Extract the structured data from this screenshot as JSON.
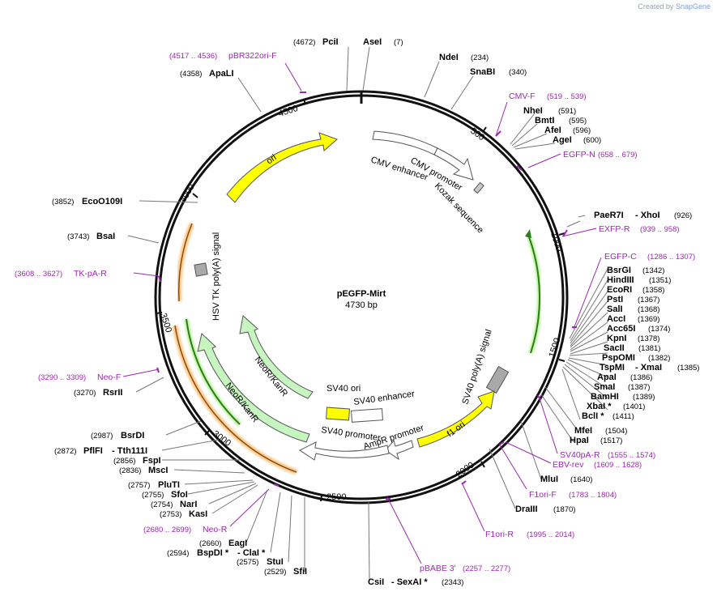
{
  "credit": {
    "prefix": "Created by",
    "brand": "SnapGene"
  },
  "plasmid": {
    "name": "pEGFP-Mirt",
    "size": "4730 bp"
  },
  "ticks": [
    "500",
    "1000",
    "1500",
    "2000",
    "2500",
    "3000",
    "3500",
    "4000",
    "4500"
  ],
  "features": {
    "cmv_enhancer": "CMV enhancer",
    "cmv_promoter": "CMV promoter",
    "kozak": "Kozak sequence",
    "ori": "ori",
    "hsv": "HSV TK poly(A) signal",
    "neokan1": "NeoR/KanR",
    "neokan2": "NeoR/KanR",
    "sv40ori": "SV40 ori",
    "sv40enh": "SV40 enhancer",
    "sv40prom": "SV40 promoter",
    "ampr": "AmpR promoter",
    "f1ori": "f1 ori",
    "sv40polya": "SV40 poly(A) signal"
  },
  "sites": [
    {
      "name": "PciI",
      "pos": "(4672)"
    },
    {
      "name": "AseI",
      "pos": "(7)"
    },
    {
      "name": "NdeI",
      "pos": "(234)"
    },
    {
      "name": "SnaBI",
      "pos": "(340)"
    },
    {
      "name": "ApaLI",
      "pos": "(4358)"
    },
    {
      "name": "NheI",
      "pos": "(591)"
    },
    {
      "name": "BmtI",
      "pos": "(595)"
    },
    {
      "name": "AfeI",
      "pos": "(596)"
    },
    {
      "name": "AgeI",
      "pos": "(600)"
    },
    {
      "name": "PaeR7I",
      "pos": ""
    },
    {
      "name": "- XhoI",
      "pos": "(926)"
    },
    {
      "name": "EcoO109I",
      "pos": "(3852)"
    },
    {
      "name": "BsaI",
      "pos": "(3743)"
    },
    {
      "name": "BsrGI",
      "pos": "(1342)"
    },
    {
      "name": "HindIII",
      "pos": "(1351)"
    },
    {
      "name": "EcoRI",
      "pos": "(1358)"
    },
    {
      "name": "PstI",
      "pos": "(1367)"
    },
    {
      "name": "SalI",
      "pos": "(1368)"
    },
    {
      "name": "AccI",
      "pos": "(1369)"
    },
    {
      "name": "Acc65I",
      "pos": "(1374)"
    },
    {
      "name": "KpnI",
      "pos": "(1378)"
    },
    {
      "name": "SacII",
      "pos": "(1381)"
    },
    {
      "name": "PspOMI",
      "pos": "(1382)"
    },
    {
      "name": "TspMI",
      "pos": ""
    },
    {
      "name": "- XmaI",
      "pos": "(1385)"
    },
    {
      "name": "ApaI",
      "pos": "(1386)"
    },
    {
      "name": "SmaI",
      "pos": "(1387)"
    },
    {
      "name": "BamHI",
      "pos": "(1389)"
    },
    {
      "name": "XbaI *",
      "pos": "(1401)"
    },
    {
      "name": "BclI *",
      "pos": "(1411)"
    },
    {
      "name": "MfeI",
      "pos": "(1504)"
    },
    {
      "name": "HpaI",
      "pos": "(1517)"
    },
    {
      "name": "MluI",
      "pos": "(1640)"
    },
    {
      "name": "DraIII",
      "pos": "(1870)"
    },
    {
      "name": "RsrII",
      "pos": "(3270)"
    },
    {
      "name": "BsrDI",
      "pos": "(2987)"
    },
    {
      "name": "PflFI",
      "pos": "(2872)"
    },
    {
      "name": "- Tth111I",
      "pos": ""
    },
    {
      "name": "FspI",
      "pos": "(2856)"
    },
    {
      "name": "MscI",
      "pos": "(2836)"
    },
    {
      "name": "PluTI",
      "pos": "(2757)"
    },
    {
      "name": "SfoI",
      "pos": "(2755)"
    },
    {
      "name": "NarI",
      "pos": "(2754)"
    },
    {
      "name": "KasI",
      "pos": "(2753)"
    },
    {
      "name": "EagI",
      "pos": "(2660)"
    },
    {
      "name": "BspDI *",
      "pos": "(2594)"
    },
    {
      "name": "- ClaI *",
      "pos": ""
    },
    {
      "name": "StuI",
      "pos": "(2575)"
    },
    {
      "name": "SfiI",
      "pos": "(2529)"
    },
    {
      "name": "CsiI",
      "pos": ""
    },
    {
      "name": "- SexAI *",
      "pos": "(2343)"
    }
  ],
  "primers": [
    {
      "name": "pBR322ori-F",
      "range": "(4517 .. 4536)"
    },
    {
      "name": "CMV-F",
      "range": "(519 .. 539)"
    },
    {
      "name": "EGFP-N",
      "range": "(658 .. 679)"
    },
    {
      "name": "EXFP-R",
      "range": "(939 .. 958)"
    },
    {
      "name": "TK-pA-R",
      "range": "(3608 .. 3627)"
    },
    {
      "name": "EGFP-C",
      "range": "(1286 .. 1307)"
    },
    {
      "name": "Neo-F",
      "range": "(3290 .. 3309)"
    },
    {
      "name": "SV40pA-R",
      "range": "(1555 .. 1574)"
    },
    {
      "name": "EBV-rev",
      "range": "(1609 .. 1628)"
    },
    {
      "name": "F1ori-F",
      "range": "(1783 .. 1804)"
    },
    {
      "name": "F1ori-R",
      "range": "(1995 .. 2014)"
    },
    {
      "name": "pBABE 3'",
      "range": "(2257 .. 2277)"
    },
    {
      "name": "Neo-R",
      "range": "(2680 .. 2699)"
    }
  ]
}
